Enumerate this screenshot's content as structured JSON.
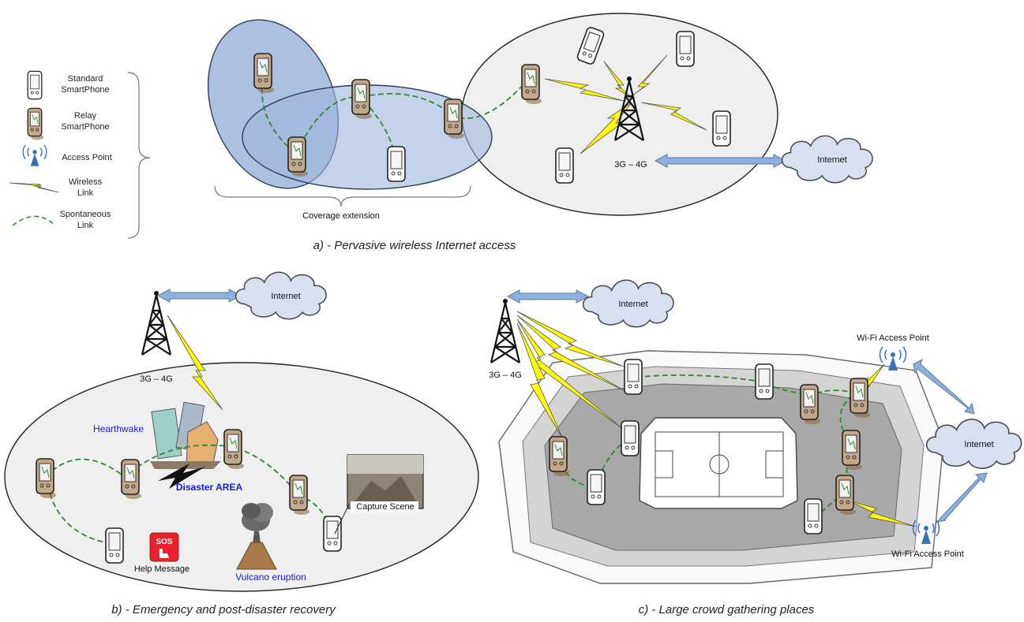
{
  "legend": {
    "items": [
      {
        "label_line1": "Standard",
        "label_line2": "SmartPhone",
        "icon": "standard-smartphone-icon"
      },
      {
        "label_line1": "Relay",
        "label_line2": "SmartPhone",
        "icon": "relay-smartphone-icon"
      },
      {
        "label_line1": "Access Point",
        "label_line2": "",
        "icon": "access-point-icon"
      },
      {
        "label_line1": "Wireless",
        "label_line2": "Link",
        "icon": "lightning-icon"
      },
      {
        "label_line1": "Spontaneous",
        "label_line2": "Link",
        "icon": "dashed-link-icon"
      }
    ]
  },
  "panel_a": {
    "caption": "a) - Pervasive wireless Internet access",
    "coverage_label": "Coverage extension",
    "tower_label": "3G – 4G",
    "internet_label": "Internet"
  },
  "panel_b": {
    "caption": "b) - Emergency and post-disaster recovery",
    "tower_label": "3G – 4G",
    "internet_label": "Internet",
    "earthquake_label": "Hearthwake",
    "disaster_label": "Disaster AREA",
    "capture_label": "Capture Scene",
    "help_label": "Help Message",
    "volcano_label": "Vulcano eruption",
    "sos_text": "SOS"
  },
  "panel_c": {
    "caption": "c) - Large crowd gathering places",
    "tower_label": "3G – 4G",
    "internet_top_label": "Internet",
    "internet_right_label": "Internet",
    "ap_top_label": "Wi-Fi Access Point",
    "ap_bottom_label": "Wi-Fi Access Point"
  },
  "colors": {
    "coverage_blue": "#9db6dc",
    "coverage_stroke": "#2b3d5c",
    "gray_zone": "#efefef",
    "cloud": "#d8e0ef",
    "arrow": "#8fb0dc",
    "lightning": "#ffff00",
    "dashed_link": "#2d8a2d",
    "relay_phone": "#b39a80",
    "access_point": "#3673b8"
  }
}
